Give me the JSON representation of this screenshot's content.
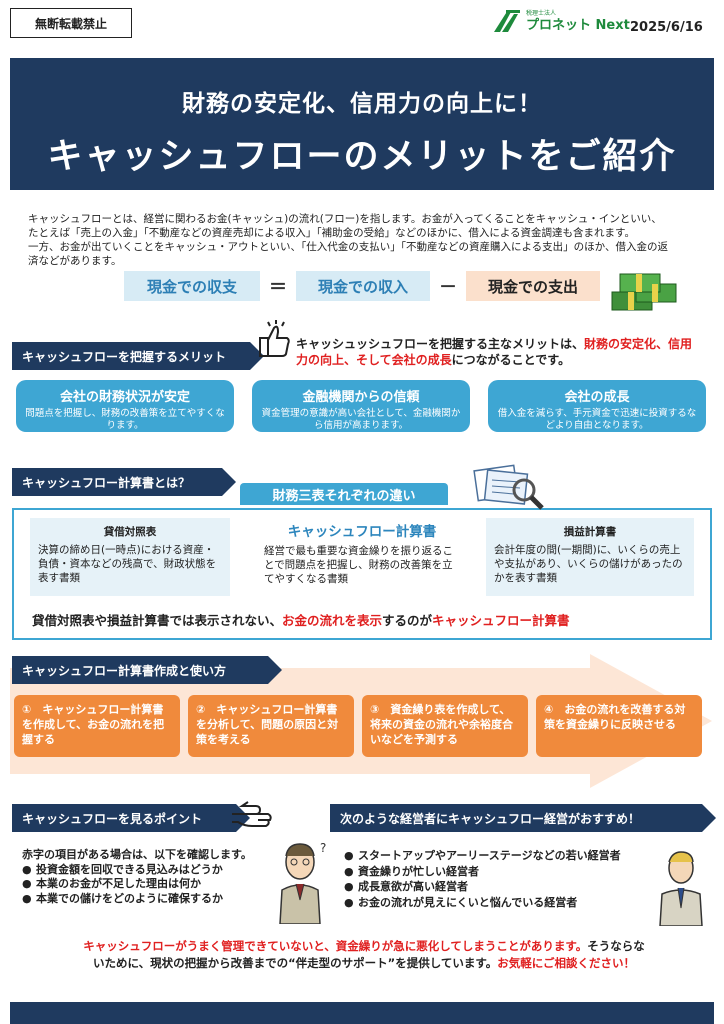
{
  "header": {
    "no_reprint": "無断転載禁止",
    "logo_small": "税理士法人",
    "logo_name": "プロネット Next",
    "date": "2025/6/16"
  },
  "banner": {
    "subtitle": "財務の安定化、信用力の向上に！",
    "title": "キャッシュフローのメリットをご紹介"
  },
  "intro": {
    "line1": "キャッシュフローとは、経営に関わるお金(キャッシュ)の流れ(フロー)を指します。お金が入ってくることをキャッシュ・インといい、",
    "line2": "たとえば「売上の入金」「不動産などの資産売却による収入」「補助金の受給」などのほかに、借入による資金調達も含まれます。",
    "line3": "一方、お金が出ていくことをキャッシュ・アウトといい、「仕入代金の支払い」「不動産などの資産購入による支出」のほか、借入金の返",
    "line4": "済などがあります。"
  },
  "formula": {
    "balance": "現金での収支",
    "eq": "＝",
    "income": "現金での収入",
    "minus": "－",
    "expense": "現金での支出"
  },
  "merit": {
    "heading": "キャッシュフローを把握するメリット",
    "text_a": "キャッシュッシュフローを把握する主なメリットは、",
    "text_red": "財務の安定化、信用力の向上、そして会社の成長",
    "text_b": "につながることです。",
    "cards": [
      {
        "title": "会社の財務状況が安定",
        "body": "問題点を把握し、財務の改善策を立てやすくなります。"
      },
      {
        "title": "金融機関からの信頼",
        "body": "資金管理の意識が高い会社として、金融機関から信用が高まります。"
      },
      {
        "title": "会社の成長",
        "body": "借入金を減らす、手元資金で迅速に投資するなどより自由となります。"
      }
    ]
  },
  "cf_statement": {
    "heading": "キャッシュフロー計算書とは？",
    "tab": "財務三表それぞれの違い",
    "bs_title": "貸借対照表",
    "bs_body": "決算の締め日(一時点)における資産・負債・資本などの残高で、財政状態を表す書類",
    "cf_title": "キャッシュフロー計算書",
    "cf_body": "経営で最も重要な資金繰りを振り返ることで問題点を把握し、財務の改善策を立てやすくなる書類",
    "pl_title": "損益計算書",
    "pl_body": "会計年度の間(一期間)に、いくらの売上や支払があり、いくらの儲けがあったのかを表す書類",
    "summary_a": "貸借対照表や損益計算書では表示されない、",
    "summary_red1": "お金の流れを表示",
    "summary_b": "するのが",
    "summary_red2": "キャッシュフロー計算書"
  },
  "usage": {
    "heading": "キャッシュフロー計算書作成と使い方",
    "steps": [
      "①　キャッシュフロー計算書を作成して、お金の流れを把握する",
      "②　キャッシュフロー計算書を分析して、問題の原因と対策を考える",
      "③　資金繰り表を作成して、将来の資金の流れや余裕度合いなどを予測する",
      "④　お金の流れを改善する対策を資金繰りに反映させる"
    ]
  },
  "points": {
    "heading": "キャッシュフローを見るポイント",
    "lead": "赤字の項目がある場合は、以下を確認します。",
    "items": [
      "投資金額を回収できる見込みはどうか",
      "本業のお金が不足した理由は何か",
      "本業での儲けをどのように確保するか"
    ]
  },
  "recommend": {
    "heading": "次のような経営者にキャッシュフロー経営がおすすめ！",
    "items": [
      "スタートアップやアーリーステージなどの若い経営者",
      "資金繰りが忙しい経営者",
      "成長意欲が高い経営者",
      "お金の流れが見えにくいと悩んでいる経営者"
    ]
  },
  "footer": {
    "red1": "キャッシュフローがうまく管理できていないと、資金繰りが急に悪化してしまうことがあります。",
    "black1": "そうならな",
    "black2": "いために、現状の把握から改善までの“伴走型のサポート”を提供しています。",
    "red2": "お気軽にご相談ください！"
  },
  "colors": {
    "navy": "#1f3a5f",
    "blue": "#3ea6d3",
    "orange": "#f08a3c",
    "red": "#e02020",
    "green": "#1e8a3c"
  }
}
